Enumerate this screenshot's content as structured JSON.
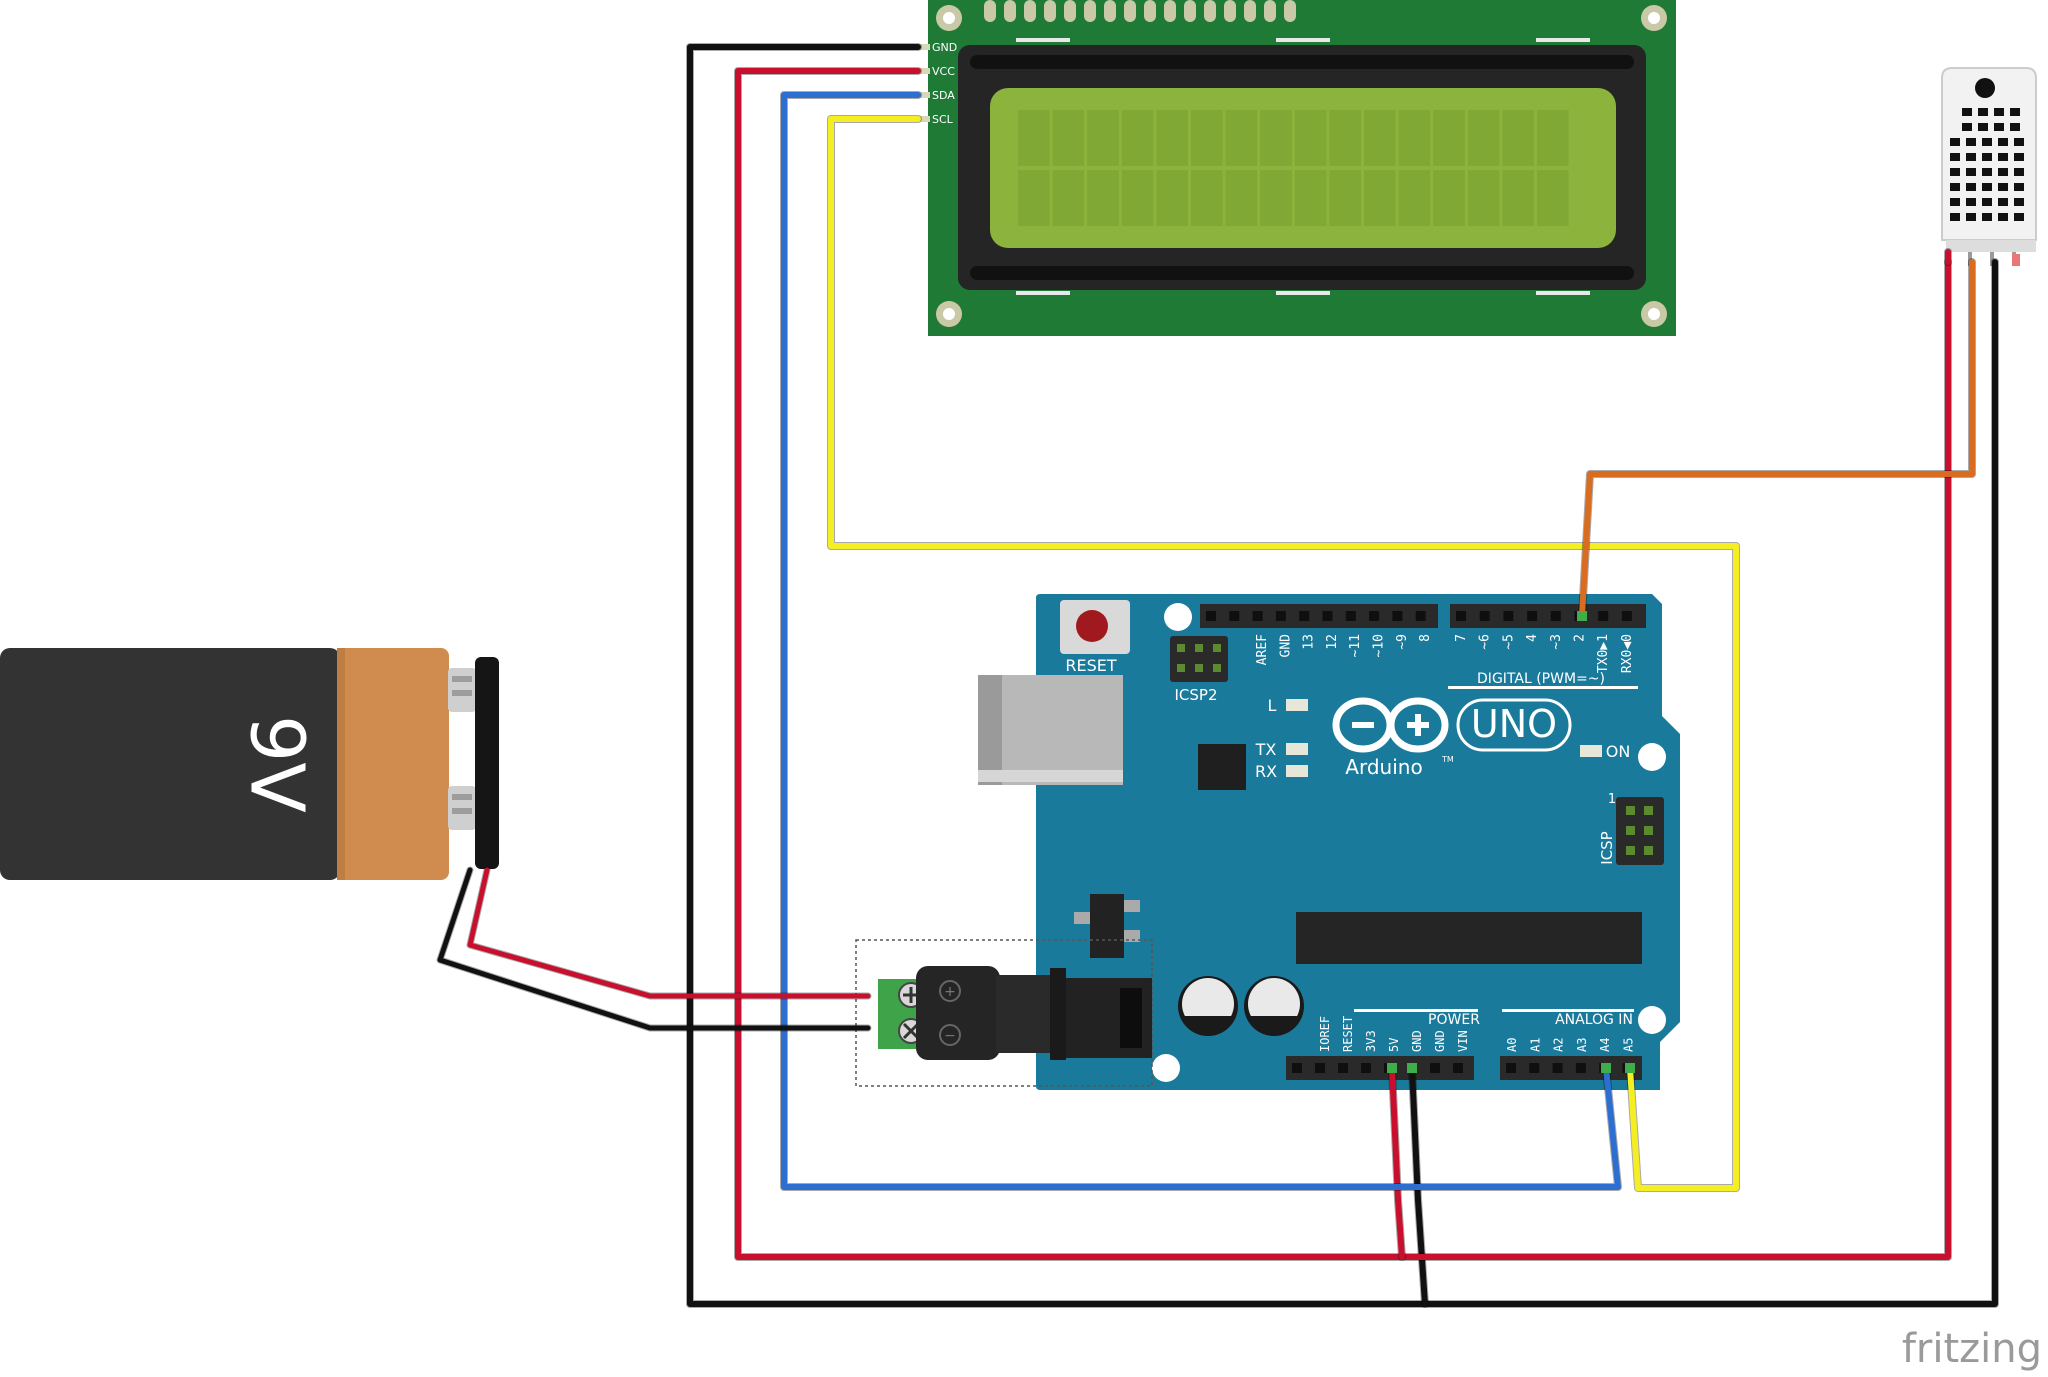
{
  "lcd": {
    "pins": [
      "GND",
      "VCC",
      "SDA",
      "SCL"
    ],
    "rows": 2,
    "cols": 16
  },
  "battery": {
    "label": "9V"
  },
  "arduino": {
    "reset_label": "RESET",
    "icsp2_label": "ICSP2",
    "icsp_label": "ICSP",
    "icsp_pin1": "1",
    "l_label": "L",
    "tx_label": "TX",
    "rx_label": "RX",
    "on_label": "ON",
    "brand": "Arduino",
    "tm": "TM",
    "model": "UNO",
    "digital_label": "DIGITAL (PWM=~)",
    "power_label": "POWER",
    "analog_label": "ANALOG IN",
    "digital_pins_left": [
      "AREF",
      "GND",
      "13",
      "12",
      "~11",
      "~10",
      "~9",
      "8"
    ],
    "digital_pins_right": [
      "7",
      "~6",
      "~5",
      "4",
      "~3",
      "2",
      "TX0▶1",
      "RX0◀0"
    ],
    "power_pins": [
      "IOREF",
      "RESET",
      "3V3",
      "5V",
      "GND",
      "GND",
      "VIN"
    ],
    "analog_pins": [
      "A0",
      "A1",
      "A2",
      "A3",
      "A4",
      "A5"
    ]
  },
  "dc_jack": {
    "plus": "+",
    "minus": "−"
  },
  "watermark": "fritzing",
  "colors": {
    "wire_black": "#111111",
    "wire_red": "#c8102e",
    "wire_blue": "#2d6fd1",
    "wire_yellow": "#f5ee22",
    "wire_orange": "#d96c1e",
    "pcb_green": "#1f7a35",
    "lcd_screen": "#8cb43c",
    "arduino_blue": "#1a7a9c",
    "battery_dark": "#333333",
    "battery_copper": "#cf8c4e"
  }
}
